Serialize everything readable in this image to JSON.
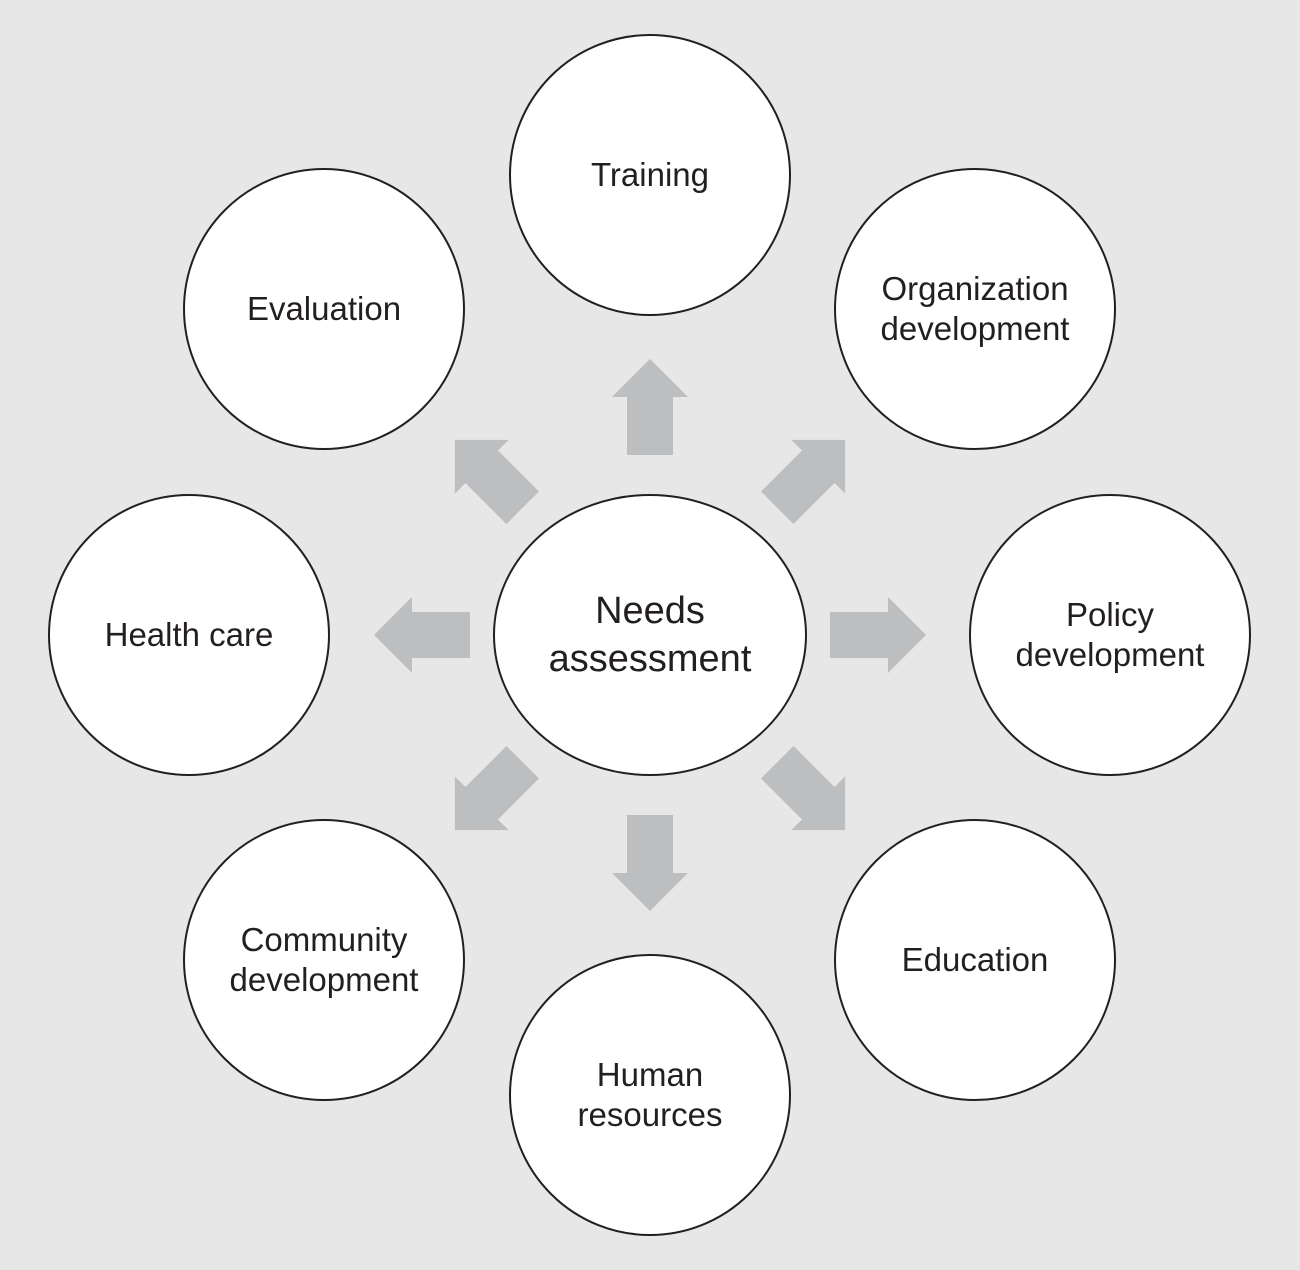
{
  "center": {
    "name": "needs-assessment",
    "label": "Needs\nassessment"
  },
  "nodes": [
    {
      "name": "training",
      "label": "Training"
    },
    {
      "name": "organization-development",
      "label": "Organization\ndevelopment"
    },
    {
      "name": "policy-development",
      "label": "Policy\ndevelopment"
    },
    {
      "name": "education",
      "label": "Education"
    },
    {
      "name": "human-resources",
      "label": "Human\nresources"
    },
    {
      "name": "community-development",
      "label": "Community\ndevelopment"
    },
    {
      "name": "health-care",
      "label": "Health care"
    },
    {
      "name": "evaluation",
      "label": "Evaluation"
    }
  ],
  "colors": {
    "background": "#e7e7e8",
    "circle_fill": "#ffffff",
    "circle_stroke": "#231f20",
    "arrow": "#bcbec0",
    "text": "#231f20"
  }
}
